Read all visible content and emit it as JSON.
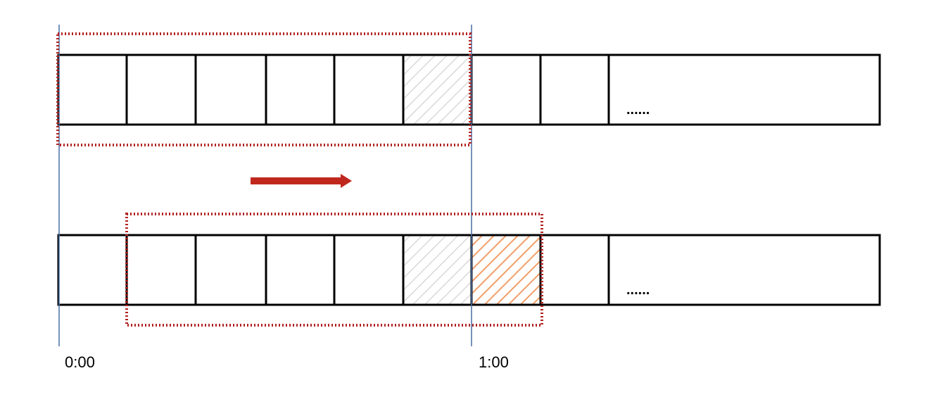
{
  "colors": {
    "cell_border": "#000000",
    "time_marker": "#4a6fa5",
    "window_outline": "#b22222",
    "arrow": "#c0281e",
    "previous_slot_hatch": "#d9d9d9",
    "new_slot_hatch": "#f2a06a"
  },
  "time_labels": {
    "start": "0:00",
    "end": "1:00"
  },
  "rows": [
    {
      "id": "before",
      "ellipsis": "......",
      "cells": [
        {
          "fill": "none"
        },
        {
          "fill": "none"
        },
        {
          "fill": "none"
        },
        {
          "fill": "none"
        },
        {
          "fill": "none"
        },
        {
          "fill": "grey-hatch"
        },
        {
          "fill": "none"
        },
        {
          "fill": "none"
        },
        {
          "fill": "none"
        }
      ],
      "window": {
        "first_cell": 1,
        "last_cell": 6
      }
    },
    {
      "id": "after",
      "ellipsis": "......",
      "cells": [
        {
          "fill": "none"
        },
        {
          "fill": "none"
        },
        {
          "fill": "none"
        },
        {
          "fill": "none"
        },
        {
          "fill": "none"
        },
        {
          "fill": "grey-hatch"
        },
        {
          "fill": "orange-hatch"
        },
        {
          "fill": "none"
        },
        {
          "fill": "none"
        }
      ],
      "window": {
        "first_cell": 2,
        "last_cell": 7
      }
    }
  ],
  "arrow": {
    "direction": "right"
  }
}
